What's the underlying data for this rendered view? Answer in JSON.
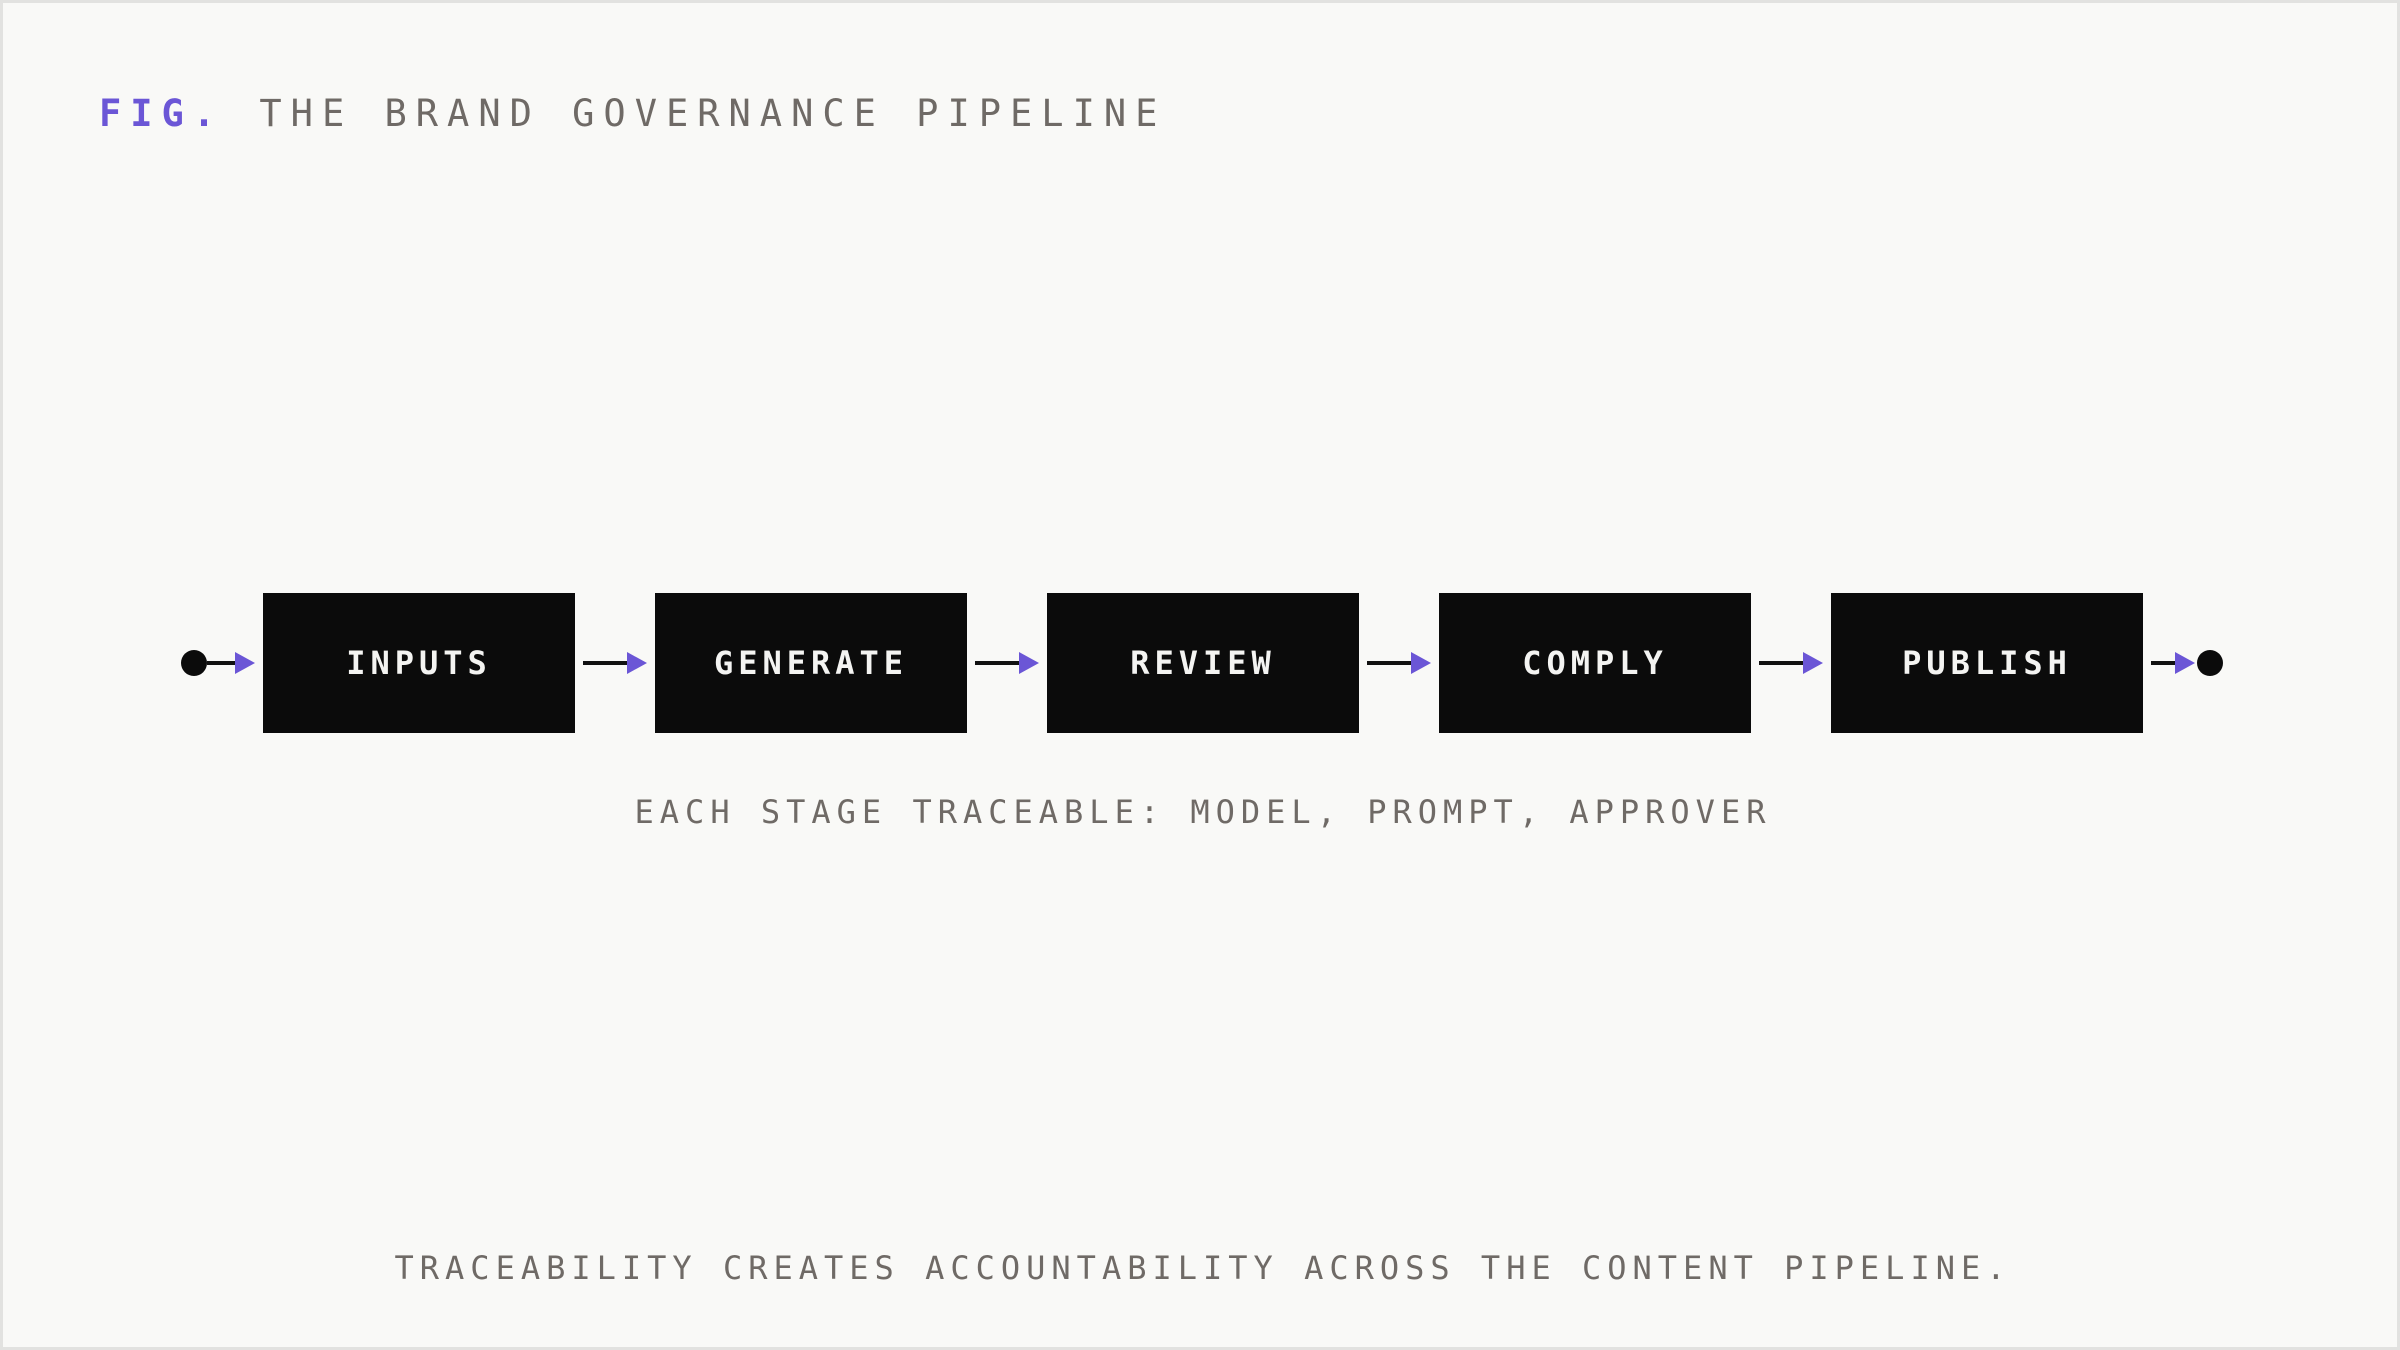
{
  "figure": {
    "prefix": "FIG.",
    "title": "THE BRAND GOVERNANCE PIPELINE"
  },
  "pipeline": {
    "stages": [
      {
        "label": "INPUTS"
      },
      {
        "label": "GENERATE"
      },
      {
        "label": "REVIEW"
      },
      {
        "label": "COMPLY"
      },
      {
        "label": "PUBLISH"
      }
    ],
    "caption": "EACH STAGE TRACEABLE: MODEL, PROMPT, APPROVER"
  },
  "footer": {
    "text": "TRACEABILITY CREATES ACCOUNTABILITY ACROSS THE CONTENT PIPELINE."
  },
  "colors": {
    "background": "#f9f9f7",
    "stage_fill": "#0b0b0b",
    "stage_text": "#f4f4f2",
    "accent": "#6b56d6",
    "muted_text": "#6f6a66"
  },
  "icons": {
    "start": "start-node-dot",
    "end": "end-node-dot",
    "connector": "arrow-right-icon"
  }
}
